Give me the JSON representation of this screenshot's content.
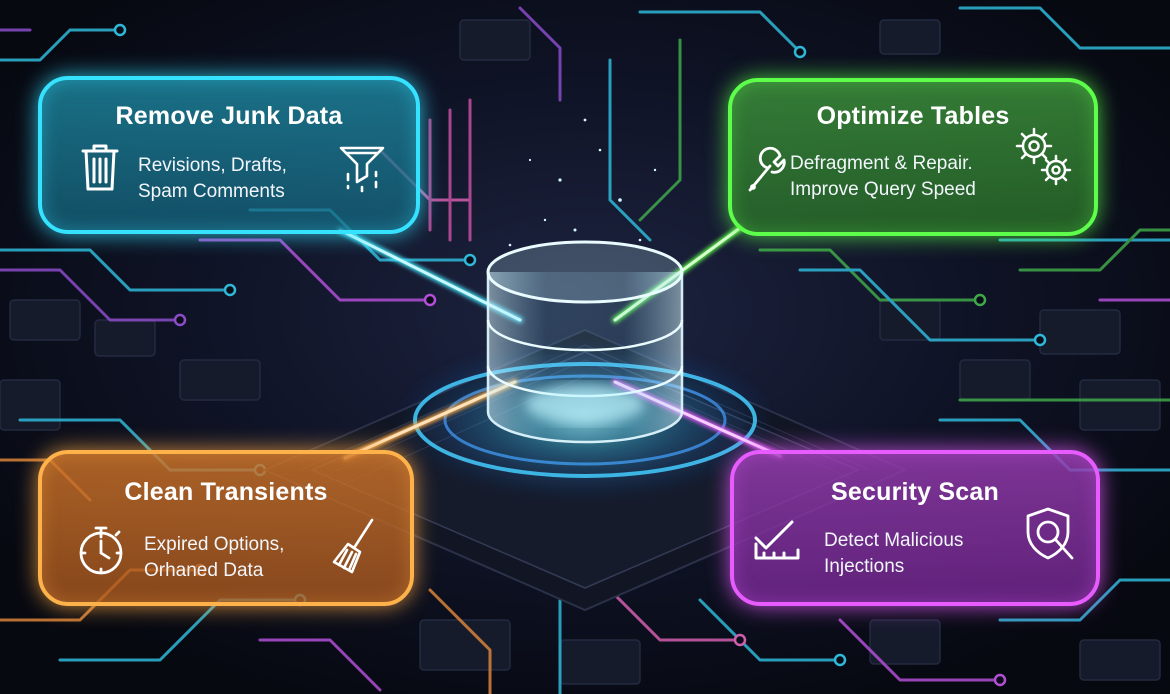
{
  "cards": {
    "junk": {
      "title": "Remove Junk Data",
      "line1": "Revisions, Drafts,",
      "line2": "Spam Comments",
      "icons": [
        "trash-icon",
        "filter-icon"
      ],
      "color": "#35e2ff"
    },
    "optimize": {
      "title": "Optimize Tables",
      "line1": "Defragment & Repair.",
      "line2": "Improve Query Speed",
      "icons": [
        "wrench-icon",
        "gears-icon"
      ],
      "color": "#5dff4a"
    },
    "clean": {
      "title": "Clean Transients",
      "line1": "Expired Options,",
      "line2": "Orhaned Data",
      "icons": [
        "stopwatch-icon",
        "broom-icon"
      ],
      "color": "#ffb24a"
    },
    "security": {
      "title": "Security Scan",
      "line1": "Detect Malicious",
      "line2": "Injections",
      "icons": [
        "checklist-icon",
        "shield-search-icon"
      ],
      "color": "#e85cff"
    }
  },
  "center": {
    "icon": "database-icon",
    "color": "#bff4ff"
  }
}
